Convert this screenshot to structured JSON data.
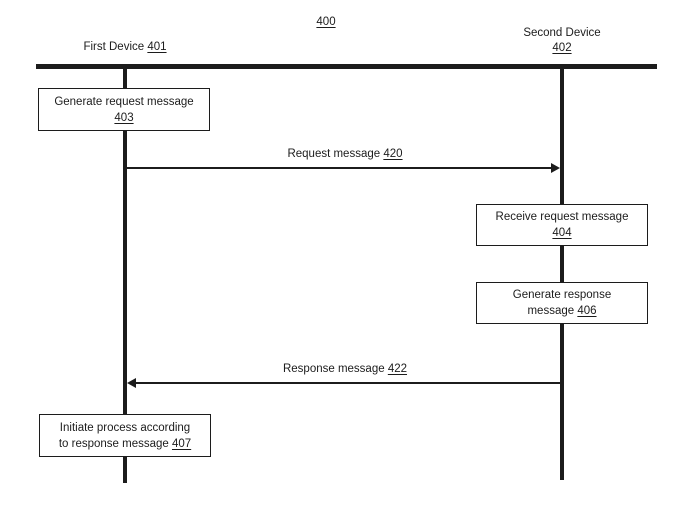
{
  "diagram": {
    "title": "400",
    "actors": [
      {
        "label": "First Device",
        "ref": "401"
      },
      {
        "label": "Second Device",
        "ref": "402"
      }
    ],
    "boxes": [
      {
        "line1": "Generate request message",
        "ref": "403"
      },
      {
        "line1": "Receive request message",
        "ref": "404"
      },
      {
        "line1": "Generate response",
        "line2": "message",
        "ref": "406"
      },
      {
        "line1": "Initiate process according",
        "line2": "to response message",
        "ref": "407"
      }
    ],
    "messages": [
      {
        "label": "Request message",
        "ref": "420",
        "direction": "left-to-right"
      },
      {
        "label": "Response message",
        "ref": "422",
        "direction": "right-to-left"
      }
    ],
    "colors": {
      "ink": "#1c1c1c",
      "background": "#ffffff"
    }
  }
}
